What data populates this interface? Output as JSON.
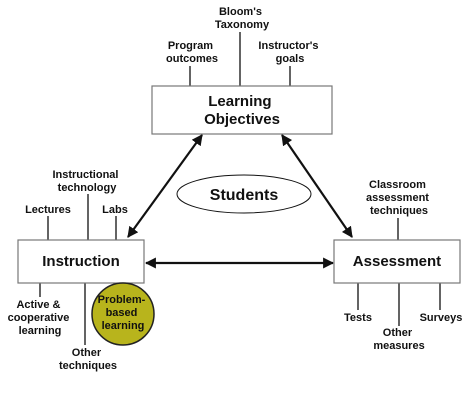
{
  "diagram": {
    "center_label": "Students",
    "highlight_color": "#b8b41c",
    "nodes": {
      "objectives": {
        "lines": [
          "Learning",
          "Objectives"
        ],
        "inputs": [
          {
            "id": "program-outcomes",
            "lines": [
              "Program",
              "outcomes"
            ]
          },
          {
            "id": "blooms-taxonomy",
            "lines": [
              "Bloom's",
              "Taxonomy"
            ]
          },
          {
            "id": "instructors-goals",
            "lines": [
              "Instructor's",
              "goals"
            ]
          }
        ]
      },
      "instruction": {
        "label": "Instruction",
        "inputs": [
          {
            "id": "lectures",
            "lines": [
              "Lectures"
            ]
          },
          {
            "id": "instructional-technology",
            "lines": [
              "Instructional",
              "technology"
            ]
          },
          {
            "id": "labs",
            "lines": [
              "Labs"
            ]
          },
          {
            "id": "active-cooperative-learning",
            "lines": [
              "Active &",
              "cooperative",
              "learning"
            ]
          },
          {
            "id": "other-techniques",
            "lines": [
              "Other",
              "techniques"
            ]
          },
          {
            "id": "problem-based-learning",
            "lines": [
              "Problem-",
              "based",
              "learning"
            ],
            "highlighted": true
          }
        ]
      },
      "assessment": {
        "label": "Assessment",
        "inputs": [
          {
            "id": "classroom-assessment-techniques",
            "lines": [
              "Classroom",
              "assessment",
              "techniques"
            ]
          },
          {
            "id": "tests",
            "lines": [
              "Tests"
            ]
          },
          {
            "id": "other-measures",
            "lines": [
              "Other",
              "measures"
            ]
          },
          {
            "id": "surveys",
            "lines": [
              "Surveys"
            ]
          }
        ]
      }
    }
  }
}
